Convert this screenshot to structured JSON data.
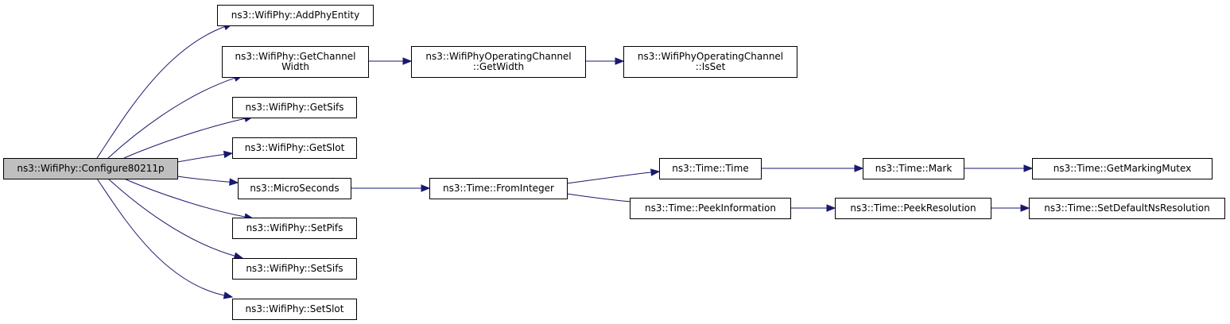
{
  "diagram": {
    "nodes": [
      {
        "id": "configure",
        "lines": [
          "ns3::WifiPhy::Configure80211p"
        ],
        "root": true
      },
      {
        "id": "addphyentity",
        "lines": [
          "ns3::WifiPhy::AddPhyEntity"
        ]
      },
      {
        "id": "getchannelwidth",
        "lines": [
          "ns3::WifiPhy::GetChannel",
          "Width"
        ]
      },
      {
        "id": "opchan-getwidth",
        "lines": [
          "ns3::WifiPhyOperatingChannel",
          "::GetWidth"
        ]
      },
      {
        "id": "opchan-isset",
        "lines": [
          "ns3::WifiPhyOperatingChannel",
          "::IsSet"
        ]
      },
      {
        "id": "getsifs",
        "lines": [
          "ns3::WifiPhy::GetSifs"
        ]
      },
      {
        "id": "getslot",
        "lines": [
          "ns3::WifiPhy::GetSlot"
        ]
      },
      {
        "id": "microseconds",
        "lines": [
          "ns3::MicroSeconds"
        ]
      },
      {
        "id": "frominteger",
        "lines": [
          "ns3::Time::FromInteger"
        ]
      },
      {
        "id": "time-time",
        "lines": [
          "ns3::Time::Time"
        ]
      },
      {
        "id": "time-mark",
        "lines": [
          "ns3::Time::Mark"
        ]
      },
      {
        "id": "getmarkingmutex",
        "lines": [
          "ns3::Time::GetMarkingMutex"
        ]
      },
      {
        "id": "peekinformation",
        "lines": [
          "ns3::Time::PeekInformation"
        ]
      },
      {
        "id": "peekresolution",
        "lines": [
          "ns3::Time::PeekResolution"
        ]
      },
      {
        "id": "setdefaultnsresolution",
        "lines": [
          "ns3::Time::SetDefaultNsResolution"
        ]
      },
      {
        "id": "setpifs",
        "lines": [
          "ns3::WifiPhy::SetPifs"
        ]
      },
      {
        "id": "setsifs",
        "lines": [
          "ns3::WifiPhy::SetSifs"
        ]
      },
      {
        "id": "setslot",
        "lines": [
          "ns3::WifiPhy::SetSlot"
        ]
      }
    ],
    "edges": [
      {
        "from": "configure",
        "to": "addphyentity"
      },
      {
        "from": "configure",
        "to": "getchannelwidth"
      },
      {
        "from": "configure",
        "to": "getsifs"
      },
      {
        "from": "configure",
        "to": "getslot"
      },
      {
        "from": "configure",
        "to": "microseconds"
      },
      {
        "from": "configure",
        "to": "setpifs"
      },
      {
        "from": "configure",
        "to": "setsifs"
      },
      {
        "from": "configure",
        "to": "setslot"
      },
      {
        "from": "getchannelwidth",
        "to": "opchan-getwidth"
      },
      {
        "from": "opchan-getwidth",
        "to": "opchan-isset"
      },
      {
        "from": "microseconds",
        "to": "frominteger"
      },
      {
        "from": "frominteger",
        "to": "time-time"
      },
      {
        "from": "frominteger",
        "to": "peekinformation"
      },
      {
        "from": "time-time",
        "to": "time-mark"
      },
      {
        "from": "time-mark",
        "to": "getmarkingmutex"
      },
      {
        "from": "peekinformation",
        "to": "peekresolution"
      },
      {
        "from": "peekresolution",
        "to": "setdefaultnsresolution"
      }
    ],
    "colors": {
      "edge": "#191970",
      "root_fill": "#bfbfbf",
      "node_fill": "#ffffff",
      "node_border": "#000000"
    }
  }
}
